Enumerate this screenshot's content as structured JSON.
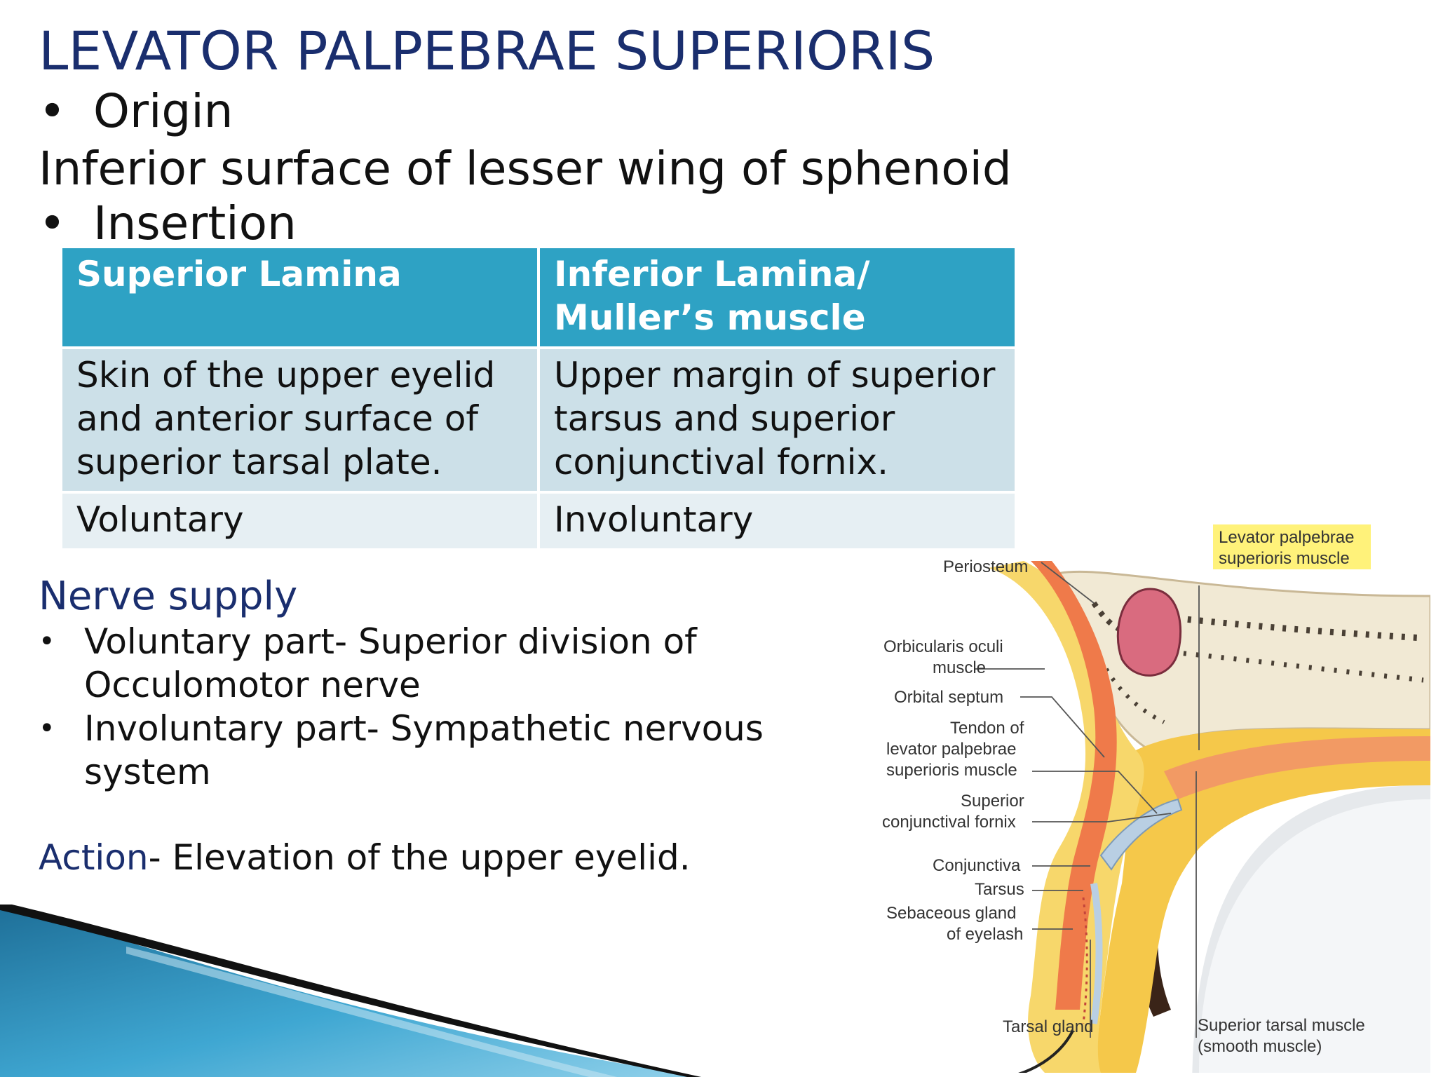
{
  "title": "LEVATOR PALPEBRAE SUPERIORIS",
  "bullet_glyph": "•",
  "origin": {
    "label": "Origin",
    "text": "Inferior surface of lesser wing of sphenoid"
  },
  "insertion": {
    "label": "Insertion",
    "table": {
      "headers": [
        "Superior Lamina",
        "Inferior Lamina/ Muller’s muscle"
      ],
      "rows": [
        [
          "Skin of the upper eyelid and anterior surface of superior tarsal plate.",
          "Upper margin of superior tarsus and superior conjunctival fornix."
        ],
        [
          "Voluntary",
          "Involuntary"
        ]
      ]
    }
  },
  "nerve_supply": {
    "heading": "Nerve supply",
    "items": [
      "Voluntary part- Superior division of Occulomotor nerve",
      "Involuntary part- Sympathetic nervous system"
    ]
  },
  "action": {
    "label": "Action",
    "text": "- Elevation of the upper eyelid."
  },
  "diagram": {
    "highlight_label": [
      "Levator palpebrae",
      "superioris muscle"
    ],
    "labels": {
      "periosteum": "Periosteum",
      "orbicularis": [
        "Orbicularis oculi",
        "muscle"
      ],
      "septum": "Orbital septum",
      "tendon": [
        "Tendon of",
        "levator palpebrae",
        "superioris muscle"
      ],
      "fornix": [
        "Superior",
        "conjunctival fornix"
      ],
      "conjunctiva": "Conjunctiva",
      "tarsus": "Tarsus",
      "sebaceous": [
        "Sebaceous gland",
        "of eyelash"
      ],
      "tarsal_gland": "Tarsal gland",
      "superior_tarsal": [
        "Superior tarsal muscle",
        "(smooth muscle)"
      ]
    }
  },
  "colors": {
    "title": "#1a2e6e",
    "table_header": "#2ea2c4",
    "table_row1": "#cce0e8",
    "table_row2": "#e6eff3",
    "highlight": "#fff27a"
  }
}
